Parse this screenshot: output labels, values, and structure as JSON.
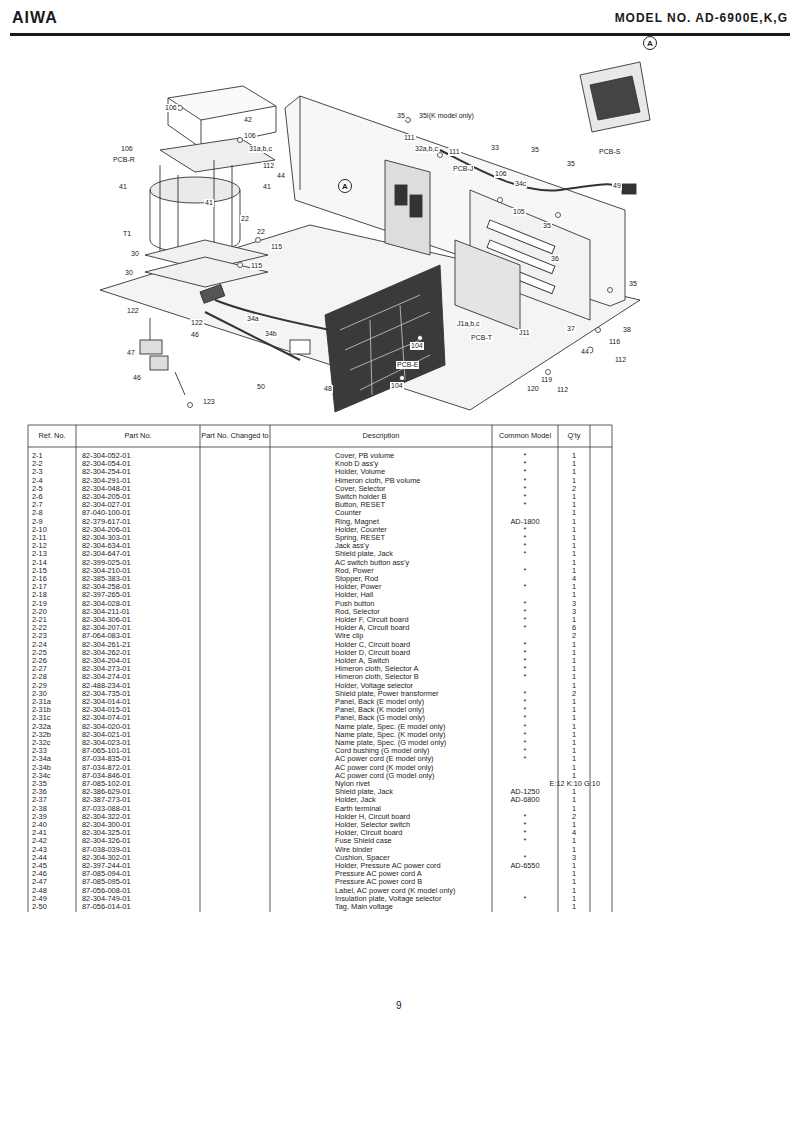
{
  "diagram": {
    "nodes": [
      {
        "text": [
          "A"
        ]
      },
      {
        "text": [
          "A"
        ]
      }
    ],
    "labels": [
      "AIWA",
      "MODEL NO. AD-6900E,K,G",
      "106",
      "42",
      "106",
      "31a,b,c",
      "106",
      "PCB-R",
      "41",
      "41",
      "112",
      "44",
      "41",
      "T1",
      "30",
      "30",
      "35",
      "35I(K model only)",
      "111",
      "32a,b,c",
      "111",
      "33",
      "PCB-J",
      "106",
      "105",
      "34c",
      "35",
      "35",
      "35",
      "PCB-S",
      "49",
      "22",
      "22",
      "115",
      "115",
      "36",
      "35",
      "122",
      "122",
      "34a",
      "34b",
      "46",
      "47",
      "46",
      "123",
      "50",
      "48",
      "104",
      "PCB-E",
      "104",
      "J1a,b,c",
      "PCB-T",
      "J11",
      "37",
      "38",
      "116",
      "44",
      "112",
      "119",
      "120",
      "112",
      "Ref. No.",
      "Part No.",
      "Part No. Changed to",
      "Description",
      "Common Model",
      "Q'ty",
      "2-1",
      "82-304-052-01",
      "Cover, PB volume",
      "*",
      "1",
      "2-2",
      "82-304-054-01",
      "Knob D ass'y",
      "*",
      "1",
      "2-3",
      "82-304-254-01",
      "Holder, Volume",
      "*",
      "1",
      "2-4",
      "82-304-291-01",
      "Himeron cloth, PB volume",
      "*",
      "1",
      "2-5",
      "82-304-048-01",
      "Cover, Selector",
      "*",
      "2",
      "2-6",
      "82-304-205-01",
      "Switch holder B",
      "*",
      "1",
      "2-7",
      "82-304-027-01",
      "Button, RESET",
      "*",
      "1",
      "2-8",
      "87-040-100-01",
      "Counter",
      "1",
      "2-9",
      "82-379-617-01",
      "Ring, Magnet",
      "AD-1800",
      "1",
      "2-10",
      "82-304-206-01",
      "Holder, Counter",
      "*",
      "1",
      "2-11",
      "82-304-303-01",
      "Spring, RESET",
      "*",
      "1",
      "2-12",
      "82-304-634-01",
      "Jack ass'y",
      "*",
      "1",
      "2-13",
      "82-304-647-01",
      "Shield plate, Jack",
      "*",
      "1",
      "2-14",
      "82-399-025-01",
      "AC switch button ass'y",
      "1",
      "2-15",
      "82-304-210-01",
      "Rod, Power",
      "*",
      "1",
      "2-16",
      "82-385-383-01",
      "Stopper, Rod",
      "4",
      "2-17",
      "82-304-258-01",
      "Holder, Power",
      "*",
      "1",
      "2-18",
      "82-397-265-01",
      "Holder, Hall",
      "1",
      "2-19",
      "82-304-028-01",
      "Push button",
      "*",
      "3",
      "2-20",
      "82-304-211-01",
      "Rod, Selector",
      "*",
      "3",
      "2-21",
      "82-304-306-01",
      "Holder F, Circuit board",
      "*",
      "1",
      "2-22",
      "82-304-207-01",
      "Holder A, Circuit board",
      "*",
      "6",
      "2-23",
      "87-064-083-01",
      "Wire clip",
      "2",
      "2-24",
      "82-304-261-21",
      "Holder C, Circuit board",
      "*",
      "1",
      "2-25",
      "82-304-262-01",
      "Holder D, Circuit board",
      "*",
      "1",
      "2-26",
      "82-304-204-01",
      "Holder A, Switch",
      "*",
      "1",
      "2-27",
      "82-304-273-01",
      "Himeron cloth, Selector A",
      "*",
      "1",
      "2-28",
      "82-304-274-01",
      "Himeron cloth, Selector B",
      "*",
      "1",
      "2-29",
      "82-488-234-01",
      "Holder, Voltage selector",
      "1",
      "2-30",
      "82-304-735-01",
      "Shield plate, Power transformer",
      "*",
      "2",
      "2-31a",
      "82-304-014-01",
      "Panel, Back (E model only)",
      "*",
      "1",
      "2-31b",
      "82-304-015-01",
      "Panel, Back (K model only)",
      "*",
      "1",
      "2-31c",
      "82-304-074-01",
      "Panel, Back (G model only)",
      "*",
      "1",
      "2-32a",
      "82-304-020-01",
      "Name plate, Spec. (E model only)",
      "*",
      "1",
      "2-32b",
      "82-304-021-01",
      "Name plate, Spec. (K model only)",
      "*",
      "1",
      "2-32c",
      "82-304-023-01",
      "Name plate, Spec. (G model only)",
      "*",
      "1",
      "2-33",
      "87-065-101-01",
      "Cord bushing (G model only)",
      "*",
      "1",
      "2-34a",
      "87-034-835-01",
      "AC power cord (E model only)",
      "*",
      "1",
      "2-34b",
      "87-034-872-01",
      "AC power cord (K model only)",
      "1",
      "2-34c",
      "87-034-846-01",
      "AC power cord (G model only)",
      "1",
      "2-35",
      "87-085-102-01",
      "Nylon rivet",
      "E:12 K:10 G:10",
      "2-36",
      "82-386-629-01",
      "Shield plate, Jack",
      "AD-1250",
      "1",
      "2-37",
      "82-387-273-01",
      "Holder, Jack",
      "AD-6800",
      "1",
      "2-38",
      "87-033-088-01",
      "Earth terminal",
      "1",
      "2-39",
      "82-304-322-01",
      "Holder H, Circuit board",
      "*",
      "2",
      "2-40",
      "82-304-300-01",
      "Holder, Selector switch",
      "*",
      "1",
      "2-41",
      "82-304-325-01",
      "Holder, Circuit board",
      "*",
      "4",
      "2-42",
      "82-304-326-01",
      "Fuse Shield case",
      "*",
      "1",
      "2-43",
      "87-038-039-01",
      "Wire binder",
      "1",
      "2-44",
      "82-304-302-01",
      "Cushion, Spacer",
      "*",
      "3",
      "2-45",
      "82-397-244-01",
      "Holder, Pressure AC power cord",
      "AD-6550",
      "1",
      "2-46",
      "87-085-094-01",
      "Pressure AC power cord A",
      "1",
      "2-47",
      "87-085-095-01",
      "Pressure AC power cord B",
      "1",
      "2-48",
      "87-056-008-01",
      "Label, AC power cord (K model only)",
      "1",
      "2-49",
      "82-304-749-01",
      "Insulation plate, Voltage selector",
      "*",
      "1",
      "2-50",
      "87-056-014-01",
      "Tag, Main voltage",
      "1",
      "9"
    ]
  }
}
